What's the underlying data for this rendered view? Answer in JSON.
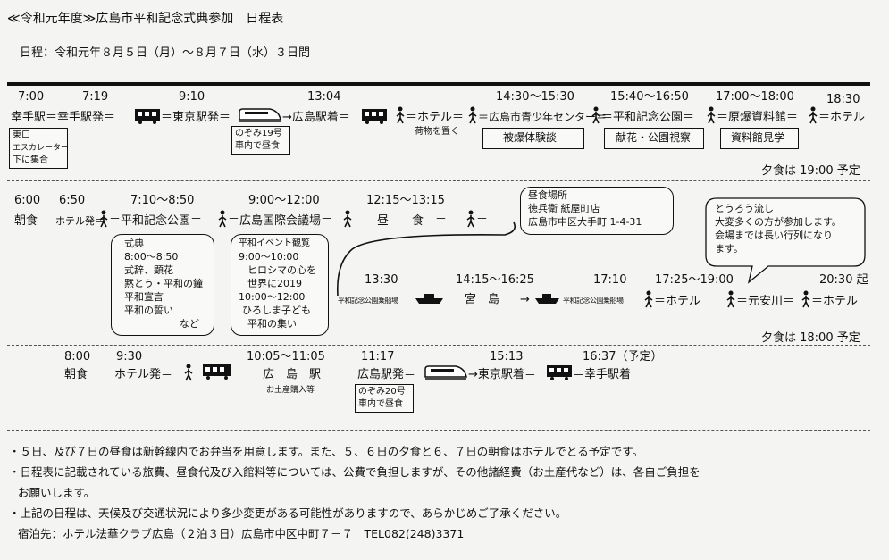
{
  "title": "≪令和元年度≫広島市平和記念式典参加　日程表",
  "dates": "日程：令和元年８月５日（月）～８月７日（水）３日間",
  "day1": {
    "times": [
      "7:00",
      "7:19",
      "9:10",
      "13:04",
      "14:30～15:30",
      "15:40～16:50",
      "17:00～18:00",
      "18:30"
    ],
    "places": [
      "幸手駅＝幸手駅発＝",
      "＝東京駅発＝",
      "→広島駅着＝",
      "＝ホテル＝",
      "＝広島市青少年センター＝",
      "＝平和記念公園＝",
      "＝原爆資料館＝",
      "＝ホテル"
    ],
    "meet_box": [
      "東口",
      "エスカレーター",
      "下に集合"
    ],
    "train_box": [
      "のぞみ19号",
      "車内で昼食"
    ],
    "luggage": "荷物を置く",
    "activity_a": "被爆体験談",
    "activity_b": "献花・公園視察",
    "activity_c": "資料館見学",
    "dinner": "夕食は 19:00 予定"
  },
  "day2": {
    "times": [
      "6:00",
      "6:50",
      "7:10～8:50",
      "9:00～12:00",
      "12:15～13:15"
    ],
    "row1": [
      "朝食",
      "ホテル発＝",
      "＝平和記念公園＝",
      "＝広島国際会議場＝",
      "昼　　食　＝",
      "＝"
    ],
    "lunch_box": [
      "昼食場所",
      "徳兵衛 紙屋町店",
      "広島市中区大手町 1-4-31"
    ],
    "lantern_note": [
      "とうろう流し",
      "大変多くの方が参加します。",
      "会場までは長い行列になり",
      "ます。"
    ],
    "ceremony_box": [
      "式典",
      "8:00～8:50",
      "式辞、顕花",
      "黙とう・平和の鐘",
      "平和宣言",
      "平和の誓い",
      "など"
    ],
    "event_box": [
      "平和イベント観覧",
      "9:00～10:00",
      "ヒロシマの心を",
      "世界に2019",
      "10:00～12:00",
      "ひろしま子ども",
      "平和の集い"
    ],
    "times2": [
      "13:30",
      "14:15～16:25",
      "17:10",
      "17:25～19:00",
      "20:30 起"
    ],
    "row2": [
      "平和記念公園乗船場",
      "宮　島",
      "→",
      "平和記念公園乗船場",
      "＝ホテル",
      "＝元安川＝",
      "＝ホテル"
    ],
    "dinner": "夕食は 18:00 予定"
  },
  "day3": {
    "times": [
      "8:00",
      "9:30",
      "10:05～11:05",
      "11:17",
      "15:13",
      "16:37（予定）"
    ],
    "row": [
      "朝食",
      "ホテル発＝",
      "広　島　駅",
      "広島駅発＝",
      "→東京駅着＝",
      "＝幸手駅着"
    ],
    "souvenir": "お土産購入等",
    "train_box": [
      "のぞみ20号",
      "車内で昼食"
    ]
  },
  "notes": [
    "・５日、及び７日の昼食は新幹線内でお弁当を用意します。また、５、６日の夕食と６、７日の朝食はホテルでとる予定です。",
    "・日程表に記載されている旅費、昼食代及び入館料等については、公費で負担しますが、その他諸経費（お土産代など）は、各自ご負担を",
    "お願いします。",
    "・上記の日程は、天候及び交通状況により多少変更がある可能性がありますので、あらかじめご了承ください。",
    "宿泊先：ホテル法華クラブ広島（２泊３日）広島市中区中町７－７　TEL082(248)3371"
  ]
}
